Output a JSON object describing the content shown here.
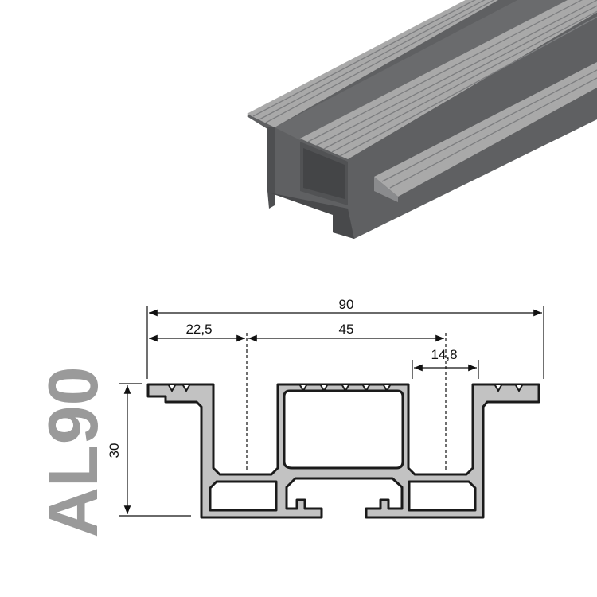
{
  "model_label": "AL90",
  "dimensions": {
    "total_width": "90",
    "left_offset": "22,5",
    "center_spacing": "45",
    "slot_width": "14,8",
    "height": "30"
  },
  "colors": {
    "profile_fill": "#c2c2c2",
    "outline": "#1a1a1a",
    "render_light": "#a9a9a9",
    "render_dark": "#5f6062",
    "model_text": "#9a9a9a"
  }
}
